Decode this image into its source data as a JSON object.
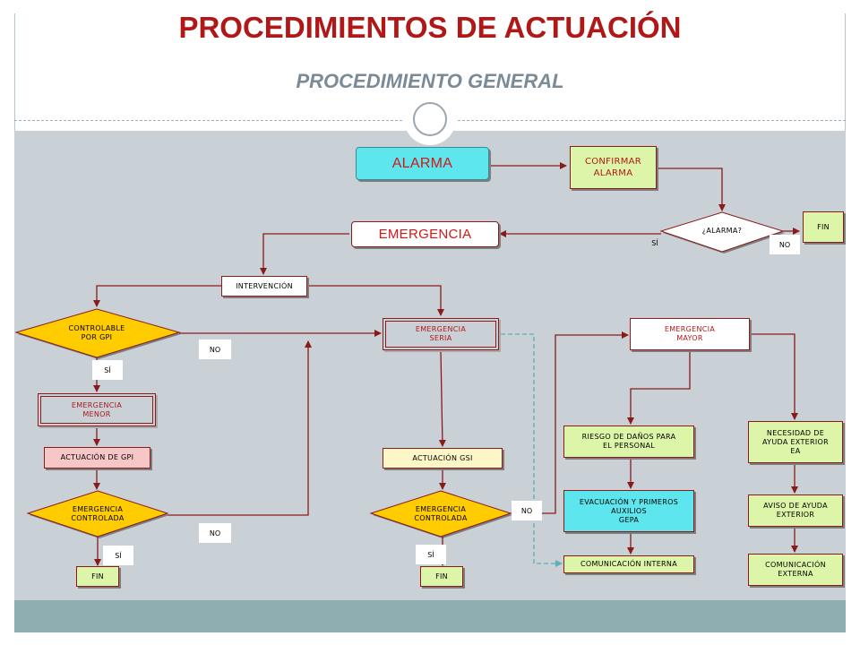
{
  "header": {
    "title": "PROCEDIMIENTOS DE ACTUACIÓN",
    "subtitle": "PROCEDIMIENTO GENERAL"
  },
  "colors": {
    "title": "#b01818",
    "subtitle": "#7a8a96",
    "panel": "#c9d0d6",
    "edge": "#8b1a1a",
    "dashed_edge": "#5fb0b8",
    "decision_fill": "#ffcc00",
    "green_box": "#ddf5a8",
    "cyan_box": "#5ee6ee",
    "pink_box": "#f7c6c6",
    "cream_box": "#fdf7c8"
  },
  "nodes": {
    "alarma": "ALARMA",
    "confirmar_alarma": "CONFIRMAR\nALARMA",
    "alarma_decision": "¿ALARMA?",
    "fin_top": "FIN",
    "emergencia": "EMERGENCIA",
    "intervencion": "INTERVENCIÓN",
    "controlable_gpi": "CONTROLABLE\nPOR GPI",
    "emergencia_seria": "EMERGENCIA\nSERIA",
    "emergencia_menor": "EMERGENCIA\nMENOR",
    "actuacion_gpi": "ACTUACIÓN DE GPI",
    "controlada_left": "EMERGENCIA\nCONTROLADA",
    "fin_left": "FIN",
    "actuacion_gsi": "ACTUACIÓN GSI",
    "controlada_mid": "EMERGENCIA\nCONTROLADA",
    "fin_mid": "FIN",
    "emergencia_mayor": "EMERGENCIA\nMAYOR",
    "riesgo_danos": "RIESGO DE DAÑOS PARA\nEL PERSONAL",
    "evacuacion": "EVACUACIÓN Y PRIMEROS\nAUXILIOS\nGEPA",
    "comunicacion_interna": "COMUNICACIÓN INTERNA",
    "necesidad_ayuda": "NECESIDAD DE\nAYUDA EXTERIOR\nEA",
    "aviso_ayuda": "AVISO DE AYUDA\nEXTERIOR",
    "comunicacion_externa": "COMUNICACIÓN\nEXTERNA"
  },
  "labels": {
    "si_alarma": "SÍ",
    "no_alarma": "NO",
    "no_controlable": "NO",
    "si_controlable": "SÍ",
    "no_controlada_left": "NO",
    "si_controlada_left": "SÍ",
    "no_controlada_mid": "NO",
    "si_controlada_mid": "SÍ"
  }
}
